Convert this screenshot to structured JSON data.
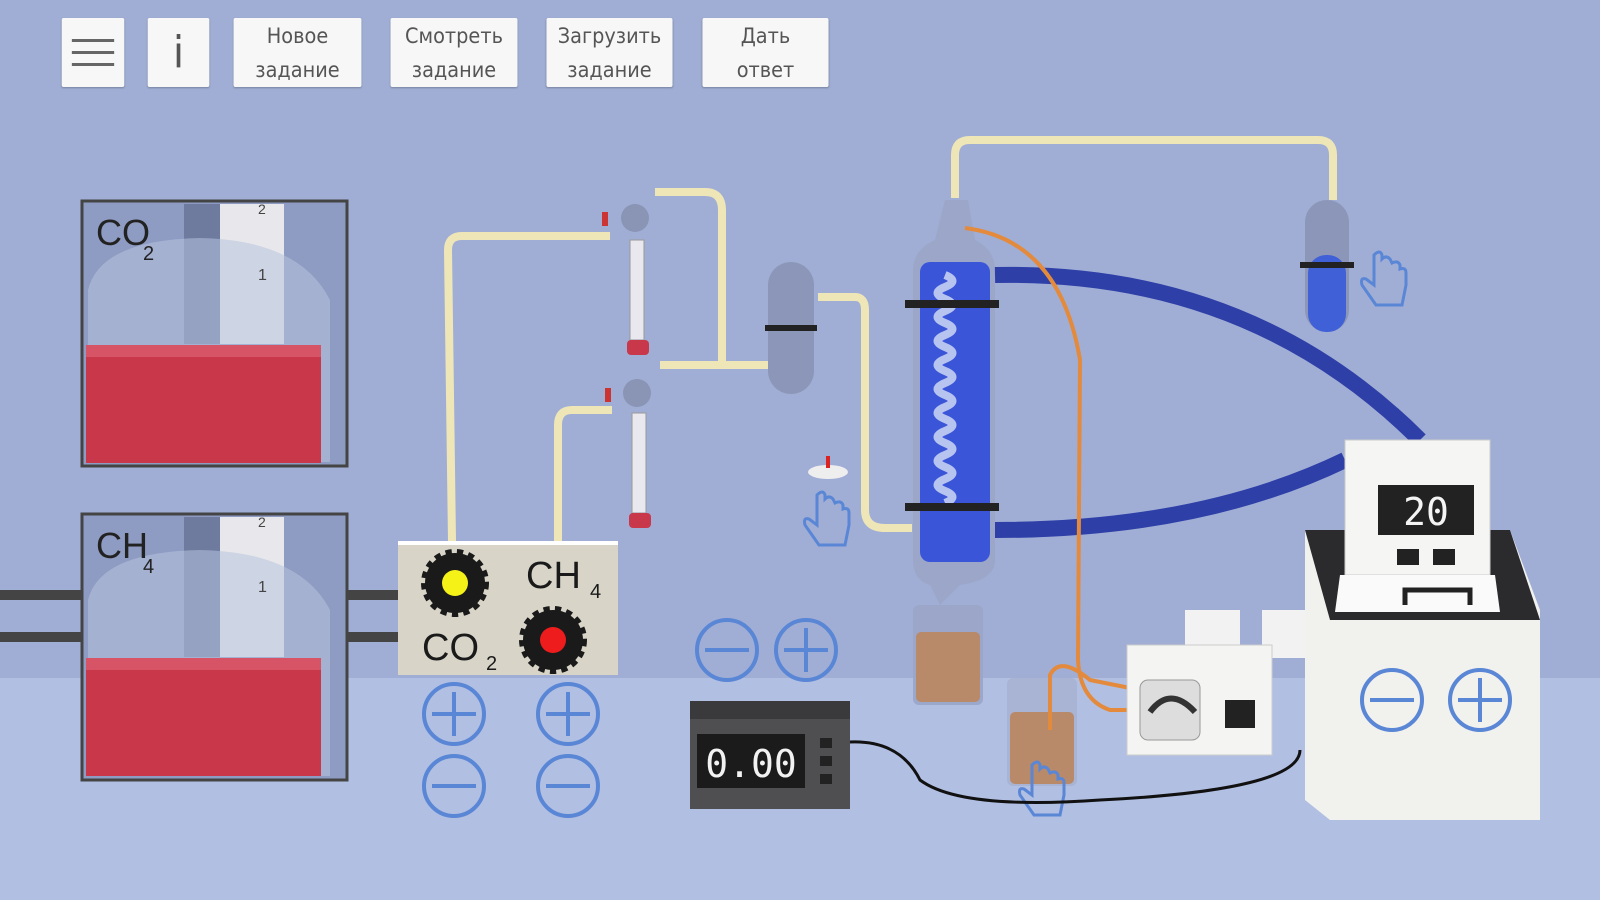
{
  "toolbar": {
    "menu_icon": "hamburger-menu-icon",
    "info_label": "i",
    "buttons": [
      {
        "line1": "Новое",
        "line2": "задание"
      },
      {
        "line1": "Смотреть",
        "line2": "задание"
      },
      {
        "line1": "Загрузить",
        "line2": "задание"
      },
      {
        "line1": "Дать",
        "line2": "ответ"
      }
    ]
  },
  "cylinders": [
    {
      "formula": "CO",
      "subscript": "2",
      "scale_labels": [
        "2",
        "1"
      ]
    },
    {
      "formula": "CH",
      "subscript": "4",
      "scale_labels": [
        "2",
        "1"
      ]
    }
  ],
  "gas_panel": {
    "ch4_label": "CH",
    "ch4_sub": "4",
    "co2_label": "CO",
    "co2_sub": "2",
    "co2_valve_color": "#f5f218",
    "ch4_valve_color": "#ee1c1c"
  },
  "timer": {
    "display": "0.00"
  },
  "thermostat": {
    "display": "20"
  },
  "colors": {
    "wall": "#a0aed5",
    "floor": "#b1bfe3",
    "control_blue": "#5a86d6",
    "liquid_red": "#c8384a",
    "coolant_blue": "#2e3fa8"
  }
}
